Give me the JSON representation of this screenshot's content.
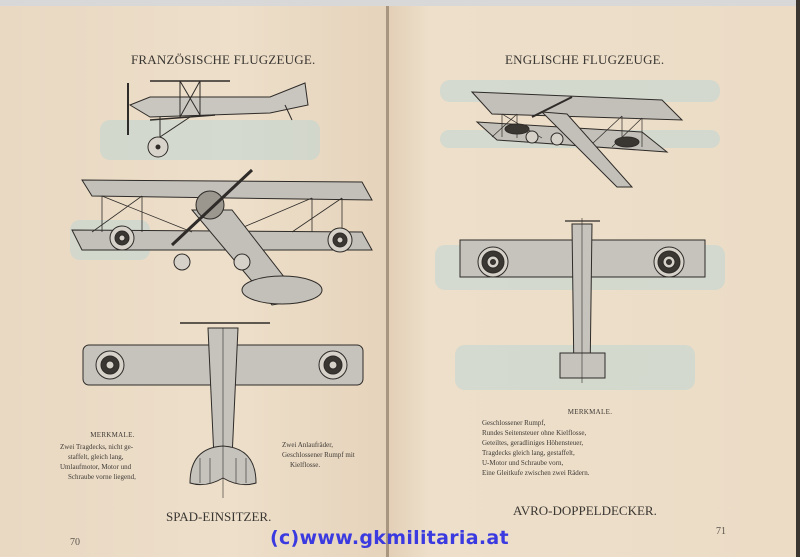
{
  "left_page": {
    "title": "FRANZÖSISCHE FLUGZEUGE.",
    "caption": "SPAD-EINSITZER.",
    "page_number": "70",
    "features": {
      "heading": "MERKMALE.",
      "column_1": [
        "Zwei Tragdecks, nicht ge-",
        "staffelt, gleich lang,",
        "Umlaufmotor, Motor und",
        "Schraube vorne liegend,"
      ],
      "column_2": [
        "Zwei Anlaufräder,",
        "Geschlossener Rumpf mit",
        "Kielflosse."
      ]
    },
    "illustrations": [
      "side-view-biplane",
      "front-perspective-biplane",
      "top-view-plan"
    ]
  },
  "right_page": {
    "title": "ENGLISCHE FLUGZEUGE.",
    "caption": "AVRO-DOPPELDECKER.",
    "page_number": "71",
    "features": {
      "heading": "MERKMALE.",
      "lines": [
        "Geschlossener Rumpf,",
        "Rundes Seitensteuer ohne Kielflosse,",
        "Geteiltes, geradliniges Höhensteuer,",
        "Tragdecks gleich lang, gestaffelt,",
        "U-Motor und Schraube vorn,",
        "Eine Gleitkufe zwischen zwei Rädern."
      ]
    },
    "illustrations": [
      "perspective-biplane",
      "top-view-plan"
    ]
  },
  "watermark": "(c)www.gkmilitaria.at",
  "colors": {
    "paper": "#ecdcc6",
    "ink": "#3a3632",
    "watermark": "#3a3ae0",
    "bleed_through": "#bfd5d4"
  }
}
